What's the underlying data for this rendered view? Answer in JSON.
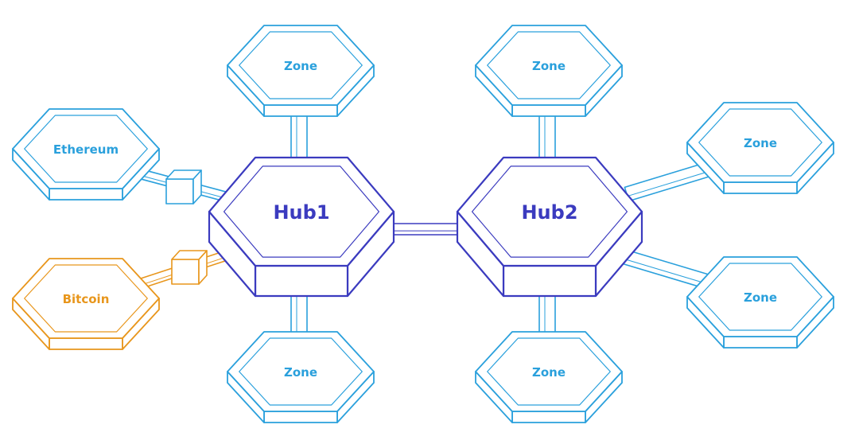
{
  "colors": {
    "zone": "#2aa0dc",
    "hub": "#3b3bbf",
    "bitcoin": "#e8961c"
  },
  "hubs": [
    {
      "id": "hub1",
      "label": "Hub1"
    },
    {
      "id": "hub2",
      "label": "Hub2"
    }
  ],
  "zones": [
    {
      "id": "zone-ethereum",
      "label": "Ethereum",
      "hub": "hub1",
      "bridge": true,
      "color": "zone"
    },
    {
      "id": "zone-bitcoin",
      "label": "Bitcoin",
      "hub": "hub1",
      "bridge": true,
      "color": "bitcoin"
    },
    {
      "id": "zone-hub1-top",
      "label": "Zone",
      "hub": "hub1",
      "bridge": false,
      "color": "zone"
    },
    {
      "id": "zone-hub1-bottom",
      "label": "Zone",
      "hub": "hub1",
      "bridge": false,
      "color": "zone"
    },
    {
      "id": "zone-hub2-top",
      "label": "Zone",
      "hub": "hub2",
      "bridge": false,
      "color": "zone"
    },
    {
      "id": "zone-hub2-bottom",
      "label": "Zone",
      "hub": "hub2",
      "bridge": false,
      "color": "zone"
    },
    {
      "id": "zone-hub2-upper-right",
      "label": "Zone",
      "hub": "hub2",
      "bridge": false,
      "color": "zone"
    },
    {
      "id": "zone-hub2-lower-right",
      "label": "Zone",
      "hub": "hub2",
      "bridge": false,
      "color": "zone"
    }
  ]
}
